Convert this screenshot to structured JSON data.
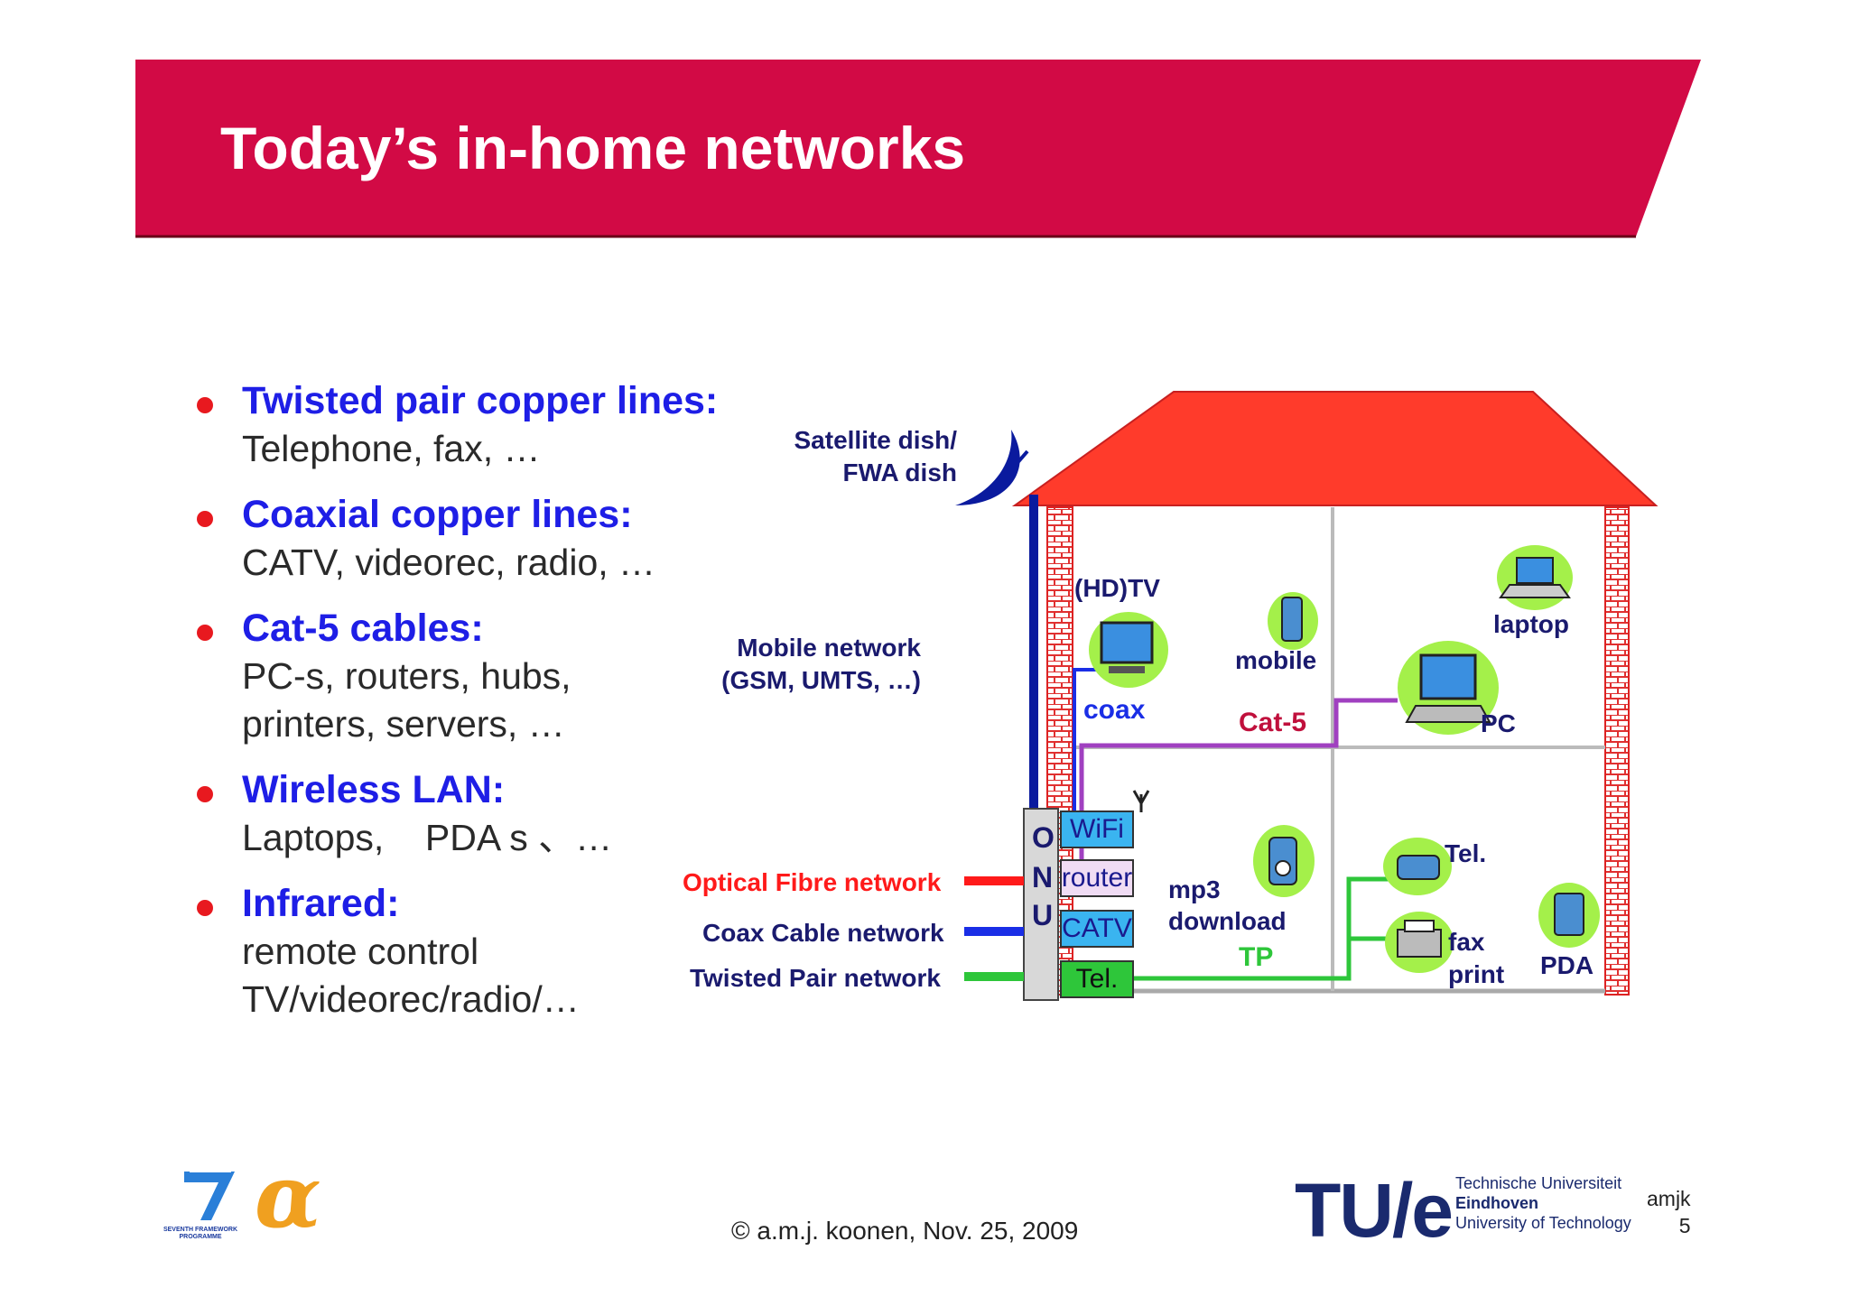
{
  "slide": {
    "title": "Today’s in-home networks",
    "colors": {
      "title_band": "#d20a45",
      "bullet_head": "#1e1ee6",
      "roof": "#ff3b2b",
      "fibre": "#ff1a1a",
      "coax": "#1a2ee6",
      "twisted_pair": "#2ec63a",
      "cat5": "#a040c0"
    }
  },
  "bullets": [
    {
      "head": "Twisted pair copper lines:",
      "body": "Telephone, fax, …"
    },
    {
      "head": "Coaxial copper lines:",
      "body": "CATV, videorec, radio, …"
    },
    {
      "head": "Cat-5 cables:",
      "body": "PC-s, routers, hubs,\nprinters, servers, …"
    },
    {
      "head": "Wireless LAN:",
      "body": "Laptops,    PDA s 、…"
    },
    {
      "head": "Infrared:",
      "body": "remote control\nTV/videorec/radio/…"
    }
  ],
  "diagram": {
    "satellite": "Satellite dish/\nFWA dish",
    "mobile_network": "Mobile network\n(GSM, UMTS, …)",
    "optical": "Optical Fibre network",
    "coax_net": "Coax Cable network",
    "tp_net": "Twisted Pair network",
    "onu": [
      "O",
      "N",
      "U"
    ],
    "boxes": {
      "wifi": "WiFi",
      "router": "router",
      "catv": "CATV",
      "tel": "Tel."
    },
    "rooms": {
      "hdtv": "(HD)TV",
      "coax": "coax",
      "mobile": "mobile",
      "laptop": "laptop",
      "cat5": "Cat-5",
      "pc": "PC",
      "mp3": "mp3\ndownload",
      "tp": "TP",
      "tel": "Tel.",
      "fax": "fax\nprint",
      "pda": "PDA"
    }
  },
  "footer": {
    "copyright": "© a.m.j. koonen, Nov. 25, 2009",
    "author": "amjk",
    "page": "5",
    "fp7_text": "SEVENTH FRAMEWORK\nPROGRAMME",
    "alpha": "α",
    "tue": "TU/e",
    "tue_line1": "Technische Universiteit",
    "tue_line2": "Eindhoven",
    "tue_line3": "University of Technology"
  }
}
